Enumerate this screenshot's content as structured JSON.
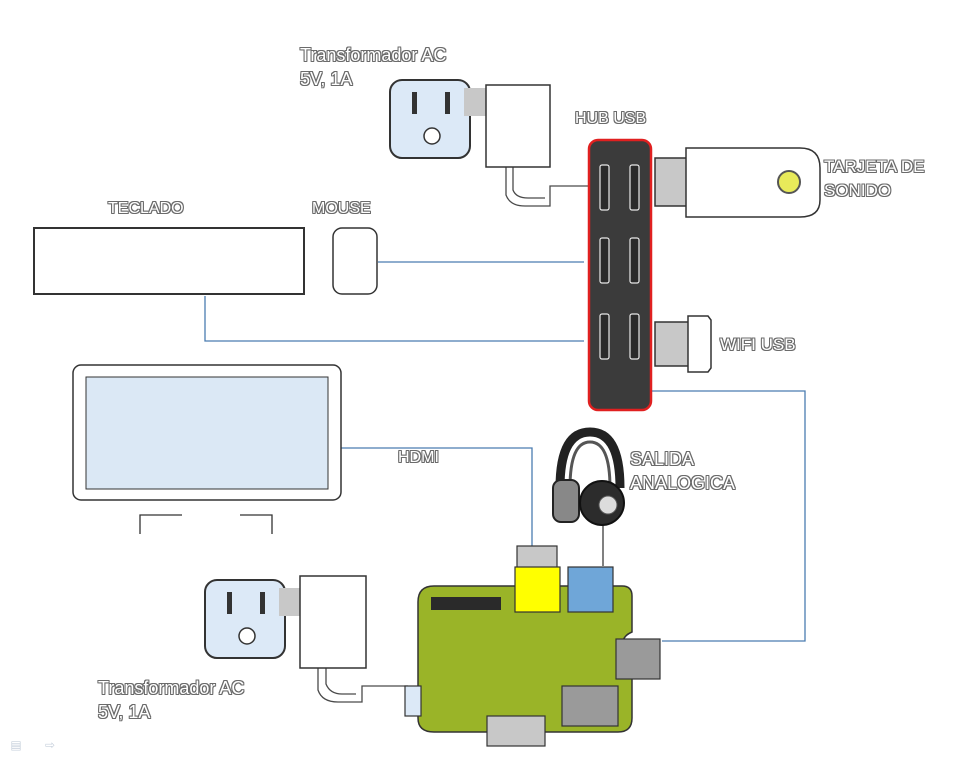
{
  "labels": {
    "transformer_top_line1": "Transformador AC",
    "transformer_top_line2": "5V, 1A",
    "hub": "HUB USB",
    "sound_card_line1": "TARJETA DE",
    "sound_card_line2": "SONIDO",
    "keyboard": "TECLADO",
    "mouse": "MOUSE",
    "wifi": "WIFI USB",
    "hdmi": "HDMI",
    "audio_out_line1": "SALIDA",
    "audio_out_line2": "ANALOGICA",
    "transformer_bottom_line1": "Transformador AC",
    "transformer_bottom_line2": "5V, 1A"
  },
  "colors": {
    "outlet_fill": "#dce9f7",
    "hub_fill": "#3b3b3b",
    "hub_border": "#e02020",
    "cable": "#4a7cb0",
    "board": "#9ab428",
    "hdmi_port": "#ffff00",
    "audio_port": "#6fa6d8",
    "screen": "#dbe8f5",
    "usb_metal": "#c8c8c8"
  },
  "controls": {
    "menu_icon": "menu-icon",
    "next_icon": "arrow-right-icon"
  }
}
